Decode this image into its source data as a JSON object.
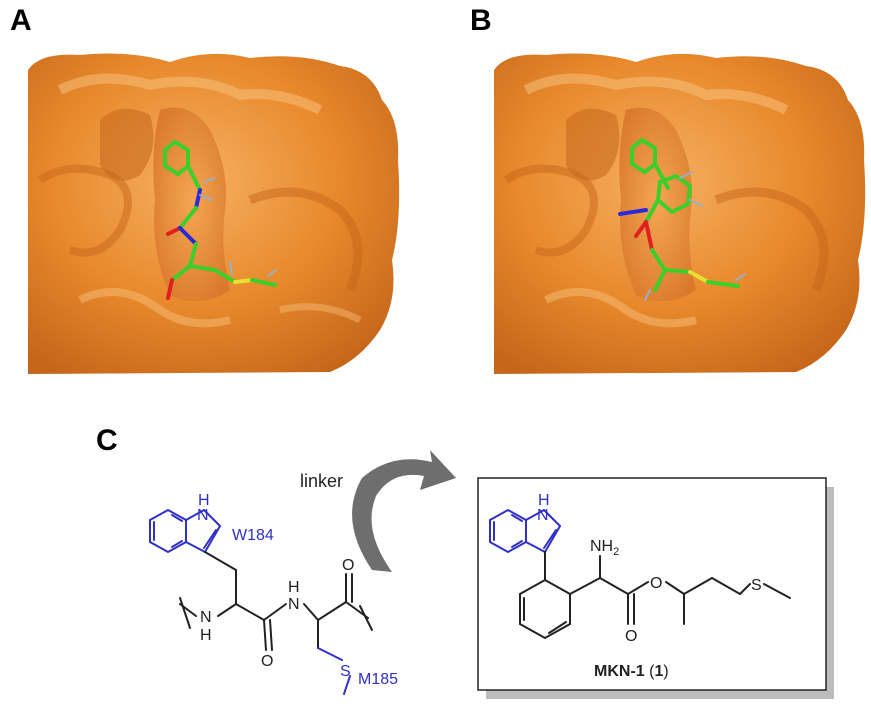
{
  "panels": {
    "a": "A",
    "b": "B",
    "c": "C"
  },
  "colors": {
    "surface_dark": "#c5661a",
    "surface_mid": "#e8892c",
    "surface_light": "#f6b062",
    "carbon": "#3ccf2a",
    "nitrogen": "#2a2ad8",
    "oxygen": "#e02020",
    "sulfur": "#e8e030",
    "hydrogen": "#9ab0c8",
    "residue_blue": "#3030c8",
    "arrow_gray": "#6e6e6e"
  },
  "diagram": {
    "linker_label": "linker",
    "peptide": {
      "w_label": "W184",
      "m_label": "M185",
      "nh_indole": "H",
      "n_indole": "N",
      "nh_backbone_1_n": "N",
      "nh_backbone_1_h": "H",
      "nh_backbone_2_h": "H",
      "nh_backbone_2_n": "N",
      "carbonyl_o_1": "O",
      "carbonyl_o_2": "O",
      "sulfur": "S"
    },
    "compound": {
      "name_bold": "MKN-1",
      "number_open": " (",
      "number": "1",
      "number_close": ")",
      "nh2_n": "NH",
      "nh2_sub": "2",
      "indole_h": "H",
      "indole_n": "N",
      "ester_o": "O",
      "carbonyl_o": "O",
      "sulfur": "S"
    }
  }
}
